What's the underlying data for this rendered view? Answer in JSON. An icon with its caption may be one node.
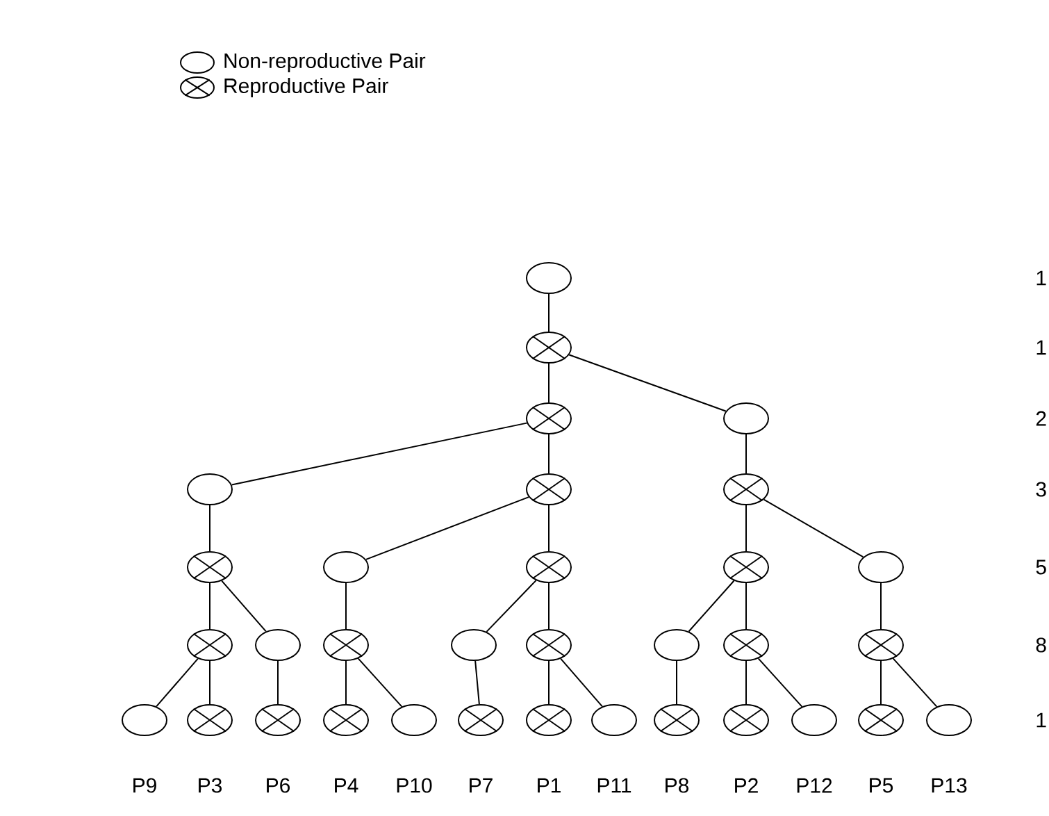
{
  "diagram": {
    "nodes": [
      {
        "text": [],
        "shape": "ellipse"
      },
      {
        "text": [],
        "shape": "crossed-ellipse"
      },
      {
        "text": [],
        "shape": "crossed-ellipse"
      },
      {
        "text": [],
        "shape": "ellipse"
      },
      {
        "text": [],
        "shape": "ellipse"
      },
      {
        "text": [],
        "shape": "crossed-ellipse"
      },
      {
        "text": [],
        "shape": "crossed-ellipse"
      },
      {
        "text": [],
        "shape": "crossed-ellipse"
      },
      {
        "text": [],
        "shape": "ellipse"
      },
      {
        "text": [],
        "shape": "crossed-ellipse"
      },
      {
        "text": [],
        "shape": "crossed-ellipse"
      },
      {
        "text": [],
        "shape": "ellipse"
      },
      {
        "text": [],
        "shape": "crossed-ellipse"
      },
      {
        "text": [],
        "shape": "ellipse"
      },
      {
        "text": [],
        "shape": "crossed-ellipse"
      },
      {
        "text": [],
        "shape": "ellipse"
      },
      {
        "text": [],
        "shape": "crossed-ellipse"
      },
      {
        "text": [],
        "shape": "ellipse"
      },
      {
        "text": [],
        "shape": "crossed-ellipse"
      },
      {
        "text": [],
        "shape": "crossed-ellipse"
      },
      {
        "text": [],
        "shape": "ellipse",
        "beside": [
          "P9"
        ]
      },
      {
        "text": [],
        "shape": "crossed-ellipse",
        "beside": [
          "P3"
        ]
      },
      {
        "text": [],
        "shape": "crossed-ellipse",
        "beside": [
          "P6"
        ]
      },
      {
        "text": [],
        "shape": "crossed-ellipse",
        "beside": [
          "P4"
        ]
      },
      {
        "text": [],
        "shape": "ellipse",
        "beside": [
          "P10"
        ]
      },
      {
        "text": [],
        "shape": "crossed-ellipse",
        "beside": [
          "P7"
        ]
      },
      {
        "text": [],
        "shape": "crossed-ellipse",
        "beside": [
          "P1"
        ]
      },
      {
        "text": [],
        "shape": "ellipse",
        "beside": [
          "P11"
        ]
      },
      {
        "text": [],
        "shape": "crossed-ellipse",
        "beside": [
          "P8"
        ]
      },
      {
        "text": [],
        "shape": "crossed-ellipse",
        "beside": [
          "P2"
        ]
      },
      {
        "text": [],
        "shape": "ellipse",
        "beside": [
          "P12"
        ]
      },
      {
        "text": [],
        "shape": "crossed-ellipse",
        "beside": [
          "P5"
        ]
      },
      {
        "text": [],
        "shape": "ellipse",
        "beside": [
          "P13"
        ]
      }
    ],
    "edges": [
      {
        "from": 0,
        "to": 1,
        "arrow": "none"
      },
      {
        "from": 1,
        "to": 2,
        "arrow": "none"
      },
      {
        "from": 1,
        "to": 3,
        "arrow": "none"
      },
      {
        "from": 2,
        "to": 4,
        "arrow": "none"
      },
      {
        "from": 2,
        "to": 5,
        "arrow": "none"
      },
      {
        "from": 3,
        "to": 6,
        "arrow": "none"
      },
      {
        "from": 4,
        "to": 7,
        "arrow": "none"
      },
      {
        "from": 5,
        "to": 8,
        "arrow": "none"
      },
      {
        "from": 5,
        "to": 9,
        "arrow": "none"
      },
      {
        "from": 6,
        "to": 10,
        "arrow": "none"
      },
      {
        "from": 6,
        "to": 11,
        "arrow": "none"
      },
      {
        "from": 7,
        "to": 12,
        "arrow": "none"
      },
      {
        "from": 7,
        "to": 13,
        "arrow": "none"
      },
      {
        "from": 8,
        "to": 14,
        "arrow": "none"
      },
      {
        "from": 9,
        "to": 15,
        "arrow": "none"
      },
      {
        "from": 9,
        "to": 16,
        "arrow": "none"
      },
      {
        "from": 10,
        "to": 17,
        "arrow": "none"
      },
      {
        "from": 10,
        "to": 18,
        "arrow": "none"
      },
      {
        "from": 11,
        "to": 19,
        "arrow": "none"
      },
      {
        "from": 12,
        "to": 20,
        "arrow": "none"
      },
      {
        "from": 12,
        "to": 21,
        "arrow": "none"
      },
      {
        "from": 13,
        "to": 22,
        "arrow": "none"
      },
      {
        "from": 14,
        "to": 23,
        "arrow": "none"
      },
      {
        "from": 14,
        "to": 24,
        "arrow": "none"
      },
      {
        "from": 15,
        "to": 25,
        "arrow": "none"
      },
      {
        "from": 16,
        "to": 26,
        "arrow": "none"
      },
      {
        "from": 16,
        "to": 27,
        "arrow": "none"
      },
      {
        "from": 17,
        "to": 28,
        "arrow": "none"
      },
      {
        "from": 18,
        "to": 29,
        "arrow": "none"
      },
      {
        "from": 18,
        "to": 30,
        "arrow": "none"
      },
      {
        "from": 19,
        "to": 31,
        "arrow": "none"
      },
      {
        "from": 19,
        "to": 32,
        "arrow": "none"
      }
    ],
    "labels": [
      "1",
      "1",
      "2",
      "3",
      "5",
      "8",
      "1"
    ],
    "legend": [
      {
        "text": "Non-reproductive Pair"
      },
      {
        "text": "Reproductive Pair"
      }
    ]
  }
}
